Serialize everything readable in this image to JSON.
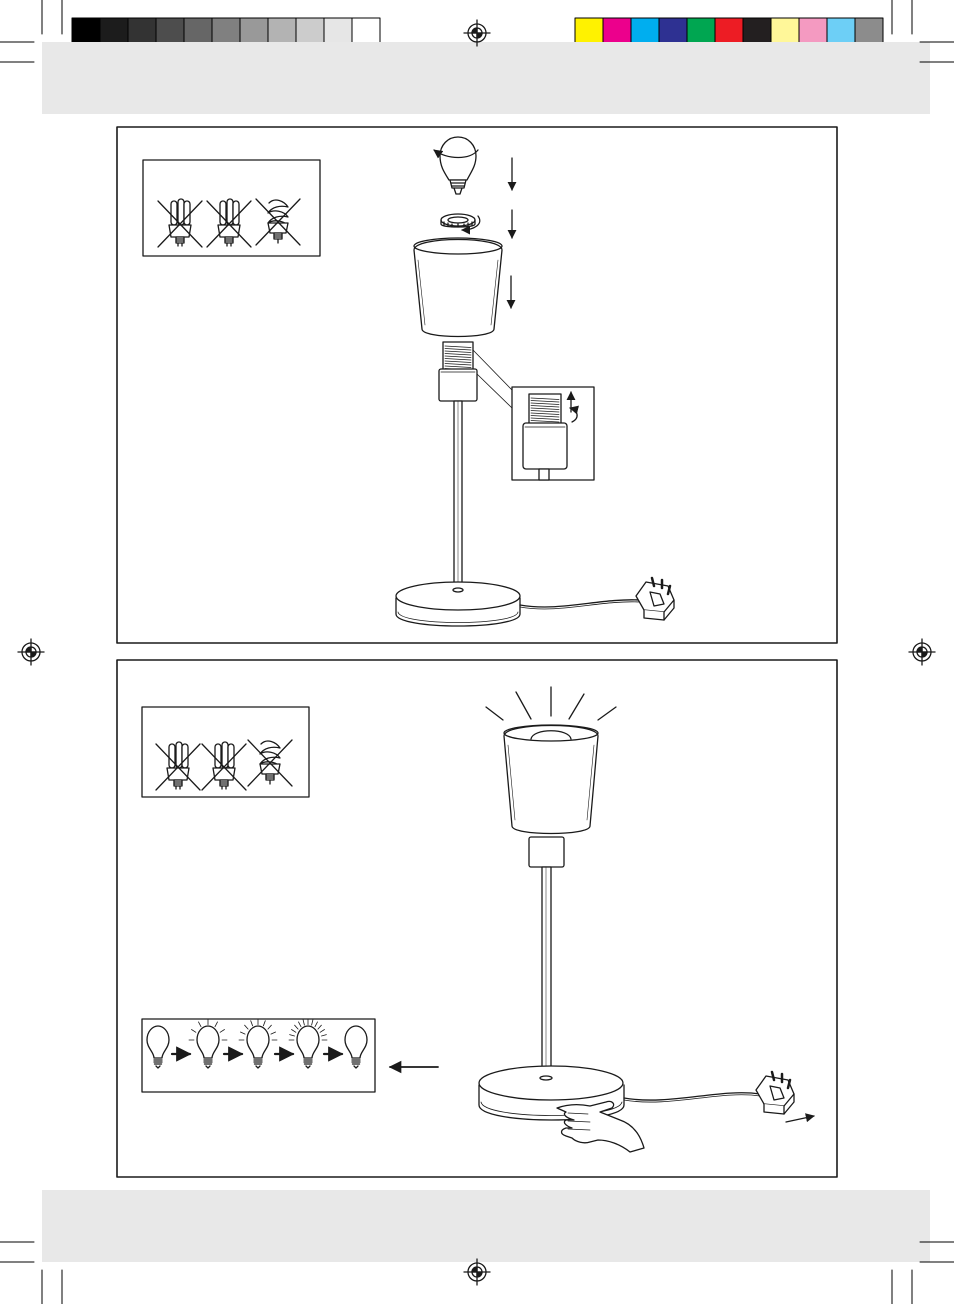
{
  "print_marks": {
    "grey_swatches": [
      "#000000",
      "#1c1c1c",
      "#333333",
      "#4d4d4d",
      "#666666",
      "#808080",
      "#999999",
      "#b3b3b3",
      "#cccccc",
      "#e6e6e6",
      "#ffffff"
    ],
    "color_swatches": [
      "#fff200",
      "#ec008c",
      "#00aeef",
      "#2e3192",
      "#00a651",
      "#ed1c24",
      "#231f20",
      "#fff799",
      "#f49ac1",
      "#6dcff6",
      "#8c8c8c"
    ],
    "band_color": "#e8e8e8"
  },
  "panels": [
    {
      "name": "assembly",
      "content": [
        "bulb-inset-three-crossed-energy-saving-bulbs",
        "bulb-being-screwed-in",
        "retaining-ring",
        "glass-shade",
        "socket-thread",
        "socket-detail-inset",
        "lamp-stem",
        "round-base",
        "cable",
        "uk-plug"
      ]
    },
    {
      "name": "operation",
      "content": [
        "bulb-inset-three-crossed-energy-saving-bulbs",
        "lit-lamp-with-light-rays",
        "brightness-levels-inset",
        "touch-base-with-hand",
        "cable",
        "uk-plug"
      ]
    }
  ],
  "brightness_levels": [
    {
      "level": "off",
      "rays": 0
    },
    {
      "level": "low",
      "rays": 7
    },
    {
      "level": "medium",
      "rays": 9
    },
    {
      "level": "high",
      "rays": 13
    },
    {
      "level": "off",
      "rays": 0
    }
  ],
  "icons": [
    "registration-mark-icon",
    "crop-mark-icon",
    "light-bulb-icon",
    "energy-saving-bulb-icon",
    "arrow-icon",
    "hand-icon",
    "plug-icon"
  ]
}
